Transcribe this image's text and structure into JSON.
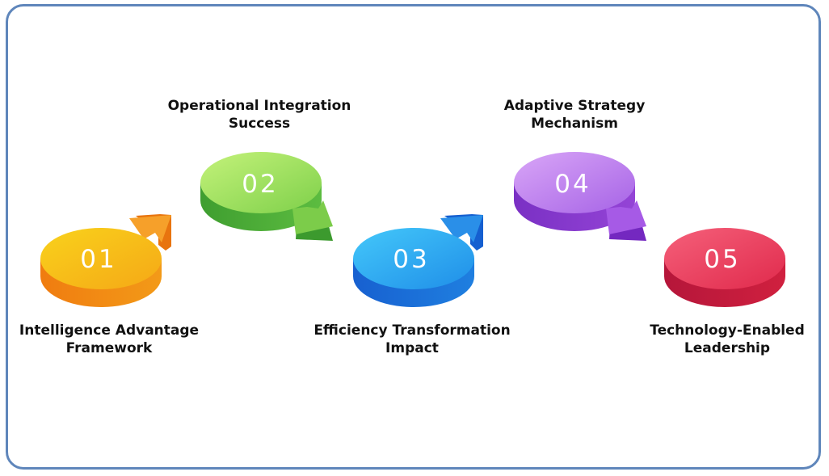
{
  "steps": [
    {
      "number": "01",
      "title_line1": "Intelligence Advantage",
      "title_line2": "Framework",
      "color_top": "#f7c21a",
      "color_side": "#f28a14"
    },
    {
      "number": "02",
      "title_line1": "Operational Integration",
      "title_line2": "Success",
      "color_top": "#a7e25a",
      "color_side": "#4fb13a"
    },
    {
      "number": "03",
      "title_line1": "Efficiency Transformation",
      "title_line2": "Impact",
      "color_top": "#36b6f6",
      "color_side": "#1a6fd8"
    },
    {
      "number": "04",
      "title_line1": "Adaptive Strategy",
      "title_line2": "Mechanism",
      "color_top": "#c98ef2",
      "color_side": "#8a3fd0"
    },
    {
      "number": "05",
      "title_line1": "Technology-Enabled",
      "title_line2": "Leadership",
      "color_top": "#ef4a68",
      "color_side": "#c51a3c"
    }
  ],
  "colors": {
    "frame_border": "#5f86bb",
    "label_text": "#111111"
  }
}
